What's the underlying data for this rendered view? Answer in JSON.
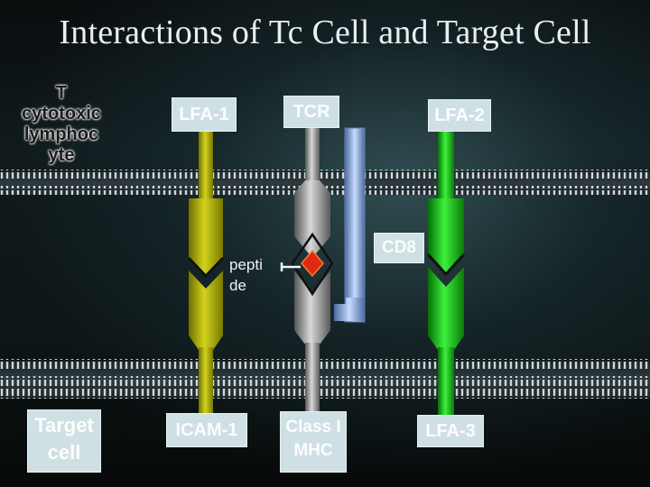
{
  "title": "Interactions of Tc Cell and Target Cell",
  "cells": {
    "t_cell_lines": [
      "T",
      "cytotoxic",
      "lymphoc",
      "yte"
    ],
    "target_cell_lines": [
      "Target",
      "cell"
    ]
  },
  "molecules": {
    "lfa1": "LFA-1",
    "tcr": "TCR",
    "lfa2": "LFA-2",
    "cd8": "CD8",
    "icam1": "ICAM-1",
    "class1_mhc_lines": [
      "Class I",
      "MHC"
    ],
    "lfa3": "LFA-3"
  },
  "peptide_lines": [
    "pepti",
    "de"
  ],
  "colors": {
    "lfa_pair": "#b5b512",
    "tcr_mhc": "#a8a8a8",
    "lfa2_lfa3": "#18c818",
    "cd8": "#88a8d8",
    "peptide": "#e02a10",
    "label_box": "#cfe0e4"
  }
}
